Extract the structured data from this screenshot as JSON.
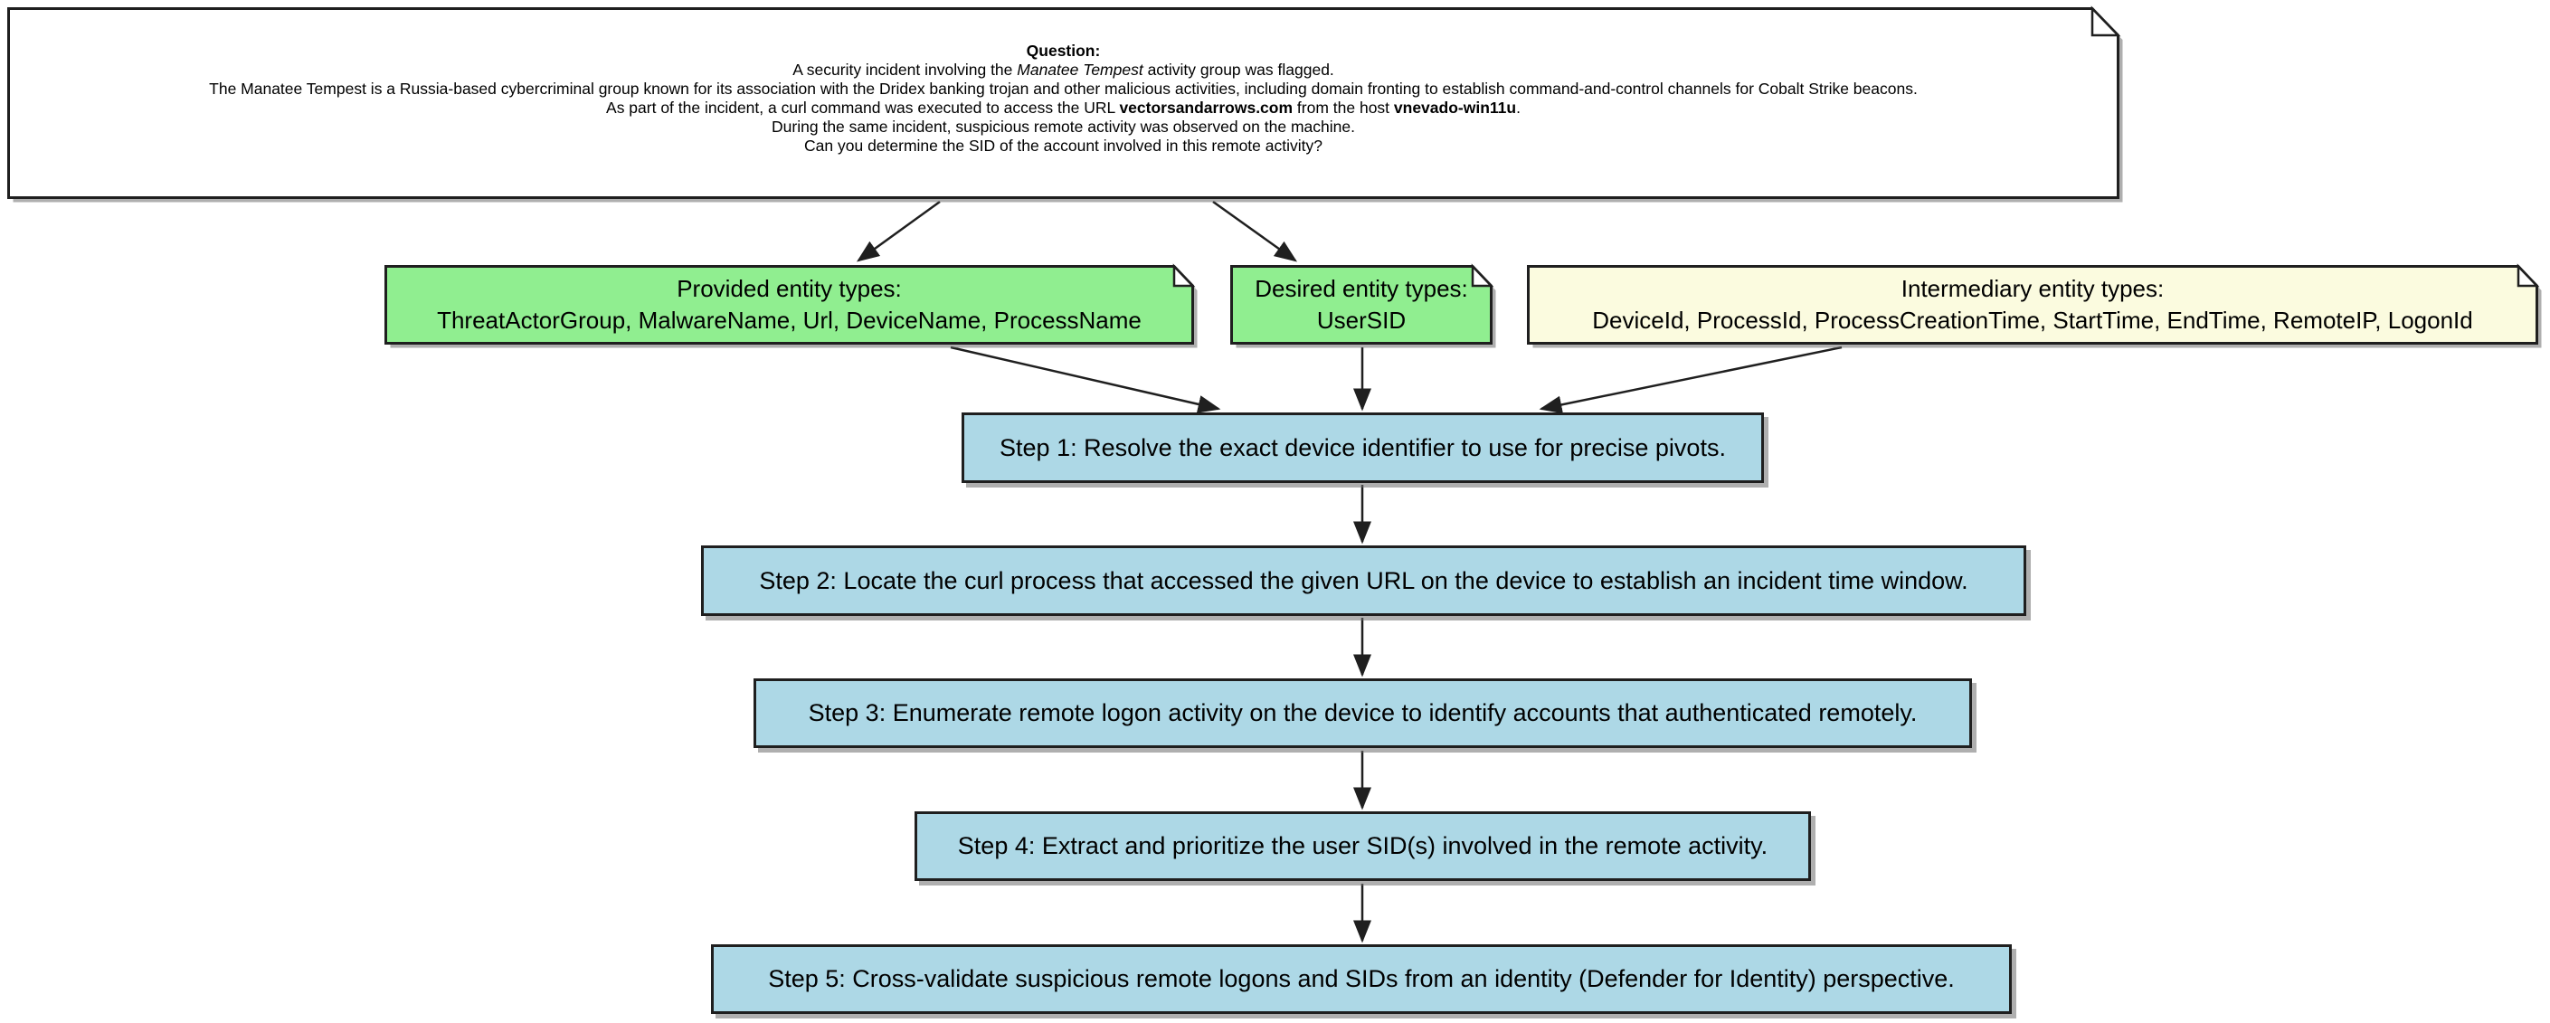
{
  "question": {
    "title": "Question:",
    "l1_pre": "A security incident involving the ",
    "l1_italic": "Manatee Tempest",
    "l1_post": " activity group was flagged.",
    "l2": "The Manatee Tempest is a Russia-based cybercriminal group known for its association with the Dridex banking trojan and other malicious activities, including domain fronting to establish command-and-control channels for Cobalt Strike beacons.",
    "l3_pre": "As part of the incident, a curl command was executed to access the URL ",
    "l3_url": "vectorsandarrows.com",
    "l3_mid": " from the host ",
    "l3_host": "vnevado-win11u",
    "l3_post": ".",
    "l4": "During the same incident, suspicious remote activity was observed on the machine.",
    "l5": "Can you determine the SID of the account involved in this remote activity?"
  },
  "entities": {
    "provided": {
      "title": "Provided entity types:",
      "items": "ThreatActorGroup, MalwareName, Url, DeviceName, ProcessName"
    },
    "desired": {
      "title": "Desired entity types:",
      "items": "UserSID"
    },
    "intermediary": {
      "title": "Intermediary entity types:",
      "items": "DeviceId, ProcessId, ProcessCreationTime, StartTime, EndTime, RemoteIP, LogonId"
    }
  },
  "steps": [
    {
      "label": "Step 1: Resolve the exact device identifier to use for precise pivots."
    },
    {
      "label": "Step 2: Locate the curl process that accessed the given URL on the device to establish an incident time window."
    },
    {
      "label": "Step 3: Enumerate remote logon activity on the device to identify accounts that authenticated remotely."
    },
    {
      "label": "Step 4: Extract and prioritize the user SID(s) involved in the remote activity."
    },
    {
      "label": "Step 5: Cross-validate suspicious remote logons and SIDs from an identity (Defender for Identity) perspective."
    }
  ],
  "colors": {
    "note_green": "#90EE90",
    "note_yellow": "#FBFBDF",
    "step_blue": "#ADD8E6",
    "outline": "#1f1f1f",
    "paper_white": "#ffffff"
  }
}
